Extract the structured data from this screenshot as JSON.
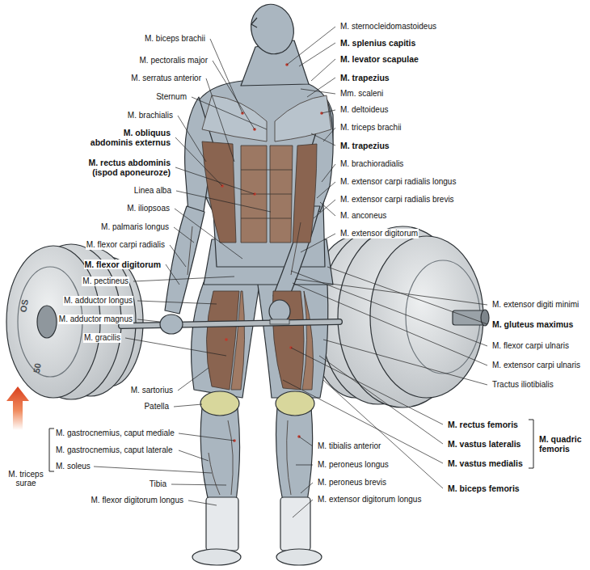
{
  "diagram": {
    "labels": [
      "M. biceps brachii",
      "M. pectoralis major",
      "M. serratus anterior",
      "Sternum",
      "M. brachialis",
      "M. obliquus abdominis externus",
      "M. rectus abdominis (ispod aponeuroze)",
      "Linea alba",
      "M. iliopsoas",
      "M. palmaris longus",
      "M. flexor carpi radialis",
      "M. flexor digitorum",
      "M. pectineus",
      "M. adductor longus",
      "M. adductor magnus",
      "M. gracilis",
      "M. sartorius",
      "Patella",
      "M. gastrocnemius, caput mediale",
      "M. gastrocnemius, caput laterale",
      "M. soleus",
      "M. triceps surae",
      "Tibia",
      "M. flexor digitorum longus",
      "M. sternocleidomastoideus",
      "M. splenius capitis",
      "M. levator scapulae",
      "M. trapezius",
      "Mm. scaleni",
      "M. deltoideus",
      "M. triceps brachii",
      "M. trapezius",
      "M. brachioradialis",
      "M. extensor carpi radialis longus",
      "M. extensor carpi radialis brevis",
      "M. anconeus",
      "M. extensor digitorum",
      "M. extensor digiti minimi",
      "M. gluteus maximus",
      "M. flexor carpi ulnaris",
      "M. extensor carpi ulnaris",
      "Tractus iliotibialis",
      "M. rectus femoris",
      "M. vastus lateralis",
      "M. vastus medialis",
      "M. biceps femoris",
      "M. quadric femoris",
      "M. tibialis anterior",
      "M. peroneus longus",
      "M. peroneus brevis",
      "M. extensor digitorum longus",
      "OS",
      "50"
    ]
  }
}
